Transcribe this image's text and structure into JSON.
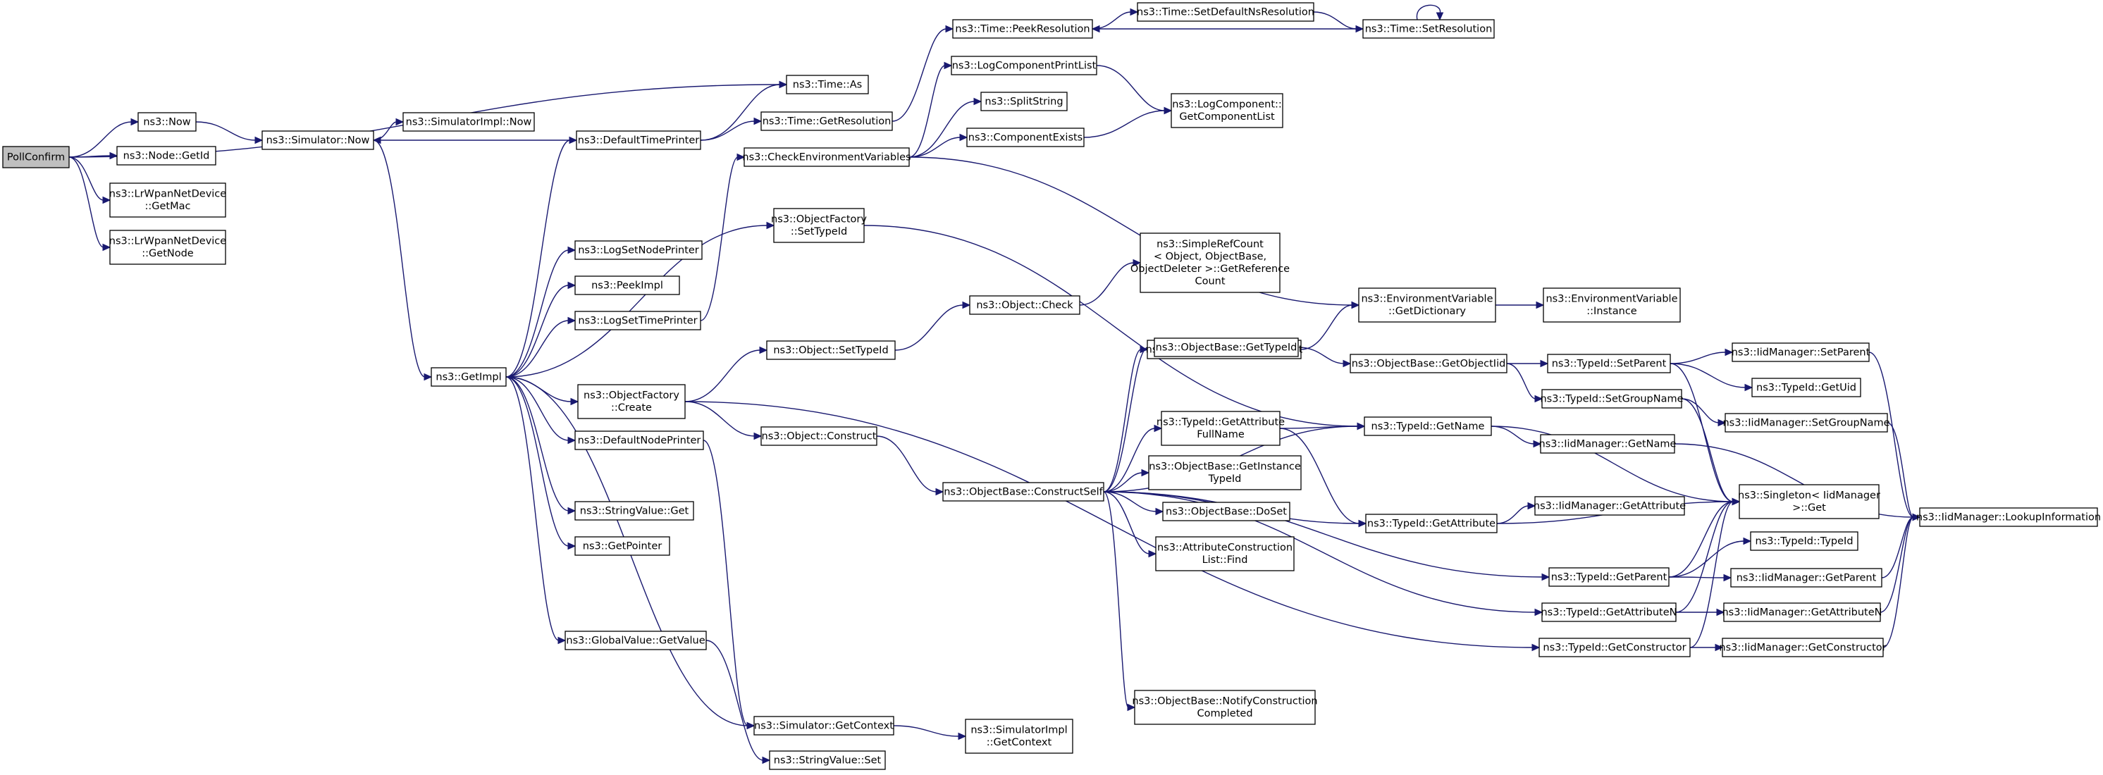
{
  "graph": {
    "nodes": [
      {
        "id": "n0",
        "label": [
          "PollConfirm"
        ],
        "root": true
      },
      {
        "id": "n1",
        "label": [
          "ns3::Time::As"
        ]
      },
      {
        "id": "n2",
        "label": [
          "ns3::Now"
        ]
      },
      {
        "id": "n3",
        "label": [
          "ns3::Simulator::Now"
        ]
      },
      {
        "id": "n4",
        "label": [
          "ns3::SimulatorImpl::Now"
        ]
      },
      {
        "id": "n5",
        "label": [
          "ns3::GetImpl"
        ]
      },
      {
        "id": "n6",
        "label": [
          "ns3::DefaultTimePrinter"
        ]
      },
      {
        "id": "n7",
        "label": [
          "ns3::Time::GetResolution"
        ]
      },
      {
        "id": "n8",
        "label": [
          "ns3::Time::PeekResolution"
        ]
      },
      {
        "id": "n9",
        "label": [
          "ns3::Time::SetDefaultNsResolution"
        ]
      },
      {
        "id": "n10",
        "label": [
          "ns3::Time::SetResolution"
        ]
      },
      {
        "id": "n11",
        "label": [
          "ns3::LogComponentPrintList"
        ]
      },
      {
        "id": "n12",
        "label": [
          "ns3::SplitString"
        ]
      },
      {
        "id": "n13",
        "label": [
          "ns3::LogComponent::",
          "GetComponentList"
        ]
      },
      {
        "id": "n14",
        "label": [
          "ns3::ComponentExists"
        ]
      },
      {
        "id": "n15",
        "label": [
          "ns3::CheckEnvironmentVariables"
        ]
      },
      {
        "id": "n16",
        "label": [
          "ns3::ObjectFactory",
          "::SetTypeId"
        ]
      },
      {
        "id": "n17",
        "label": [
          "ns3::SimpleRefCount",
          "< Object, ObjectBase,",
          "ObjectDeleter >::GetReference",
          "Count"
        ]
      },
      {
        "id": "n18",
        "label": [
          "ns3::EnvironmentVariable",
          "::GetDictionary"
        ]
      },
      {
        "id": "n19",
        "label": [
          "ns3::EnvironmentVariable",
          "::Instance"
        ]
      },
      {
        "id": "n20",
        "label": [
          "ns3::LogSetNodePrinter"
        ]
      },
      {
        "id": "n21",
        "label": [
          "ns3::PeekImpl"
        ]
      },
      {
        "id": "n22",
        "label": [
          "ns3::LogSetTimePrinter"
        ]
      },
      {
        "id": "n23",
        "label": [
          "ns3::Object::Check"
        ]
      },
      {
        "id": "n24",
        "label": [
          "ns3::EnvironmentVariable::Get"
        ]
      },
      {
        "id": "n25",
        "label": [
          "ns3::Object::SetTypeId"
        ]
      },
      {
        "id": "n26",
        "label": [
          "ns3::ObjectBase::GetTypeId"
        ]
      },
      {
        "id": "n27",
        "label": [
          "ns3::ObjectBase::GetObjectIid"
        ]
      },
      {
        "id": "n28",
        "label": [
          "ns3::TypeId::SetParent"
        ]
      },
      {
        "id": "n29",
        "label": [
          "ns3::IidManager::SetParent"
        ]
      },
      {
        "id": "n30",
        "label": [
          "ns3::ObjectFactory",
          "::Create"
        ]
      },
      {
        "id": "n31",
        "label": [
          "ns3::TypeId::GetUid"
        ]
      },
      {
        "id": "n32",
        "label": [
          "ns3::TypeId::SetGroupName"
        ]
      },
      {
        "id": "n33",
        "label": [
          "ns3::TypeId::GetAttribute",
          "FullName"
        ]
      },
      {
        "id": "n34",
        "label": [
          "ns3::TypeId::GetName"
        ]
      },
      {
        "id": "n35",
        "label": [
          "ns3::IidManager::SetGroupName"
        ]
      },
      {
        "id": "n36",
        "label": [
          "ns3::Object::Construct"
        ]
      },
      {
        "id": "n37",
        "label": [
          "ns3::DefaultNodePrinter"
        ]
      },
      {
        "id": "n38",
        "label": [
          "ns3::IidManager::GetName"
        ]
      },
      {
        "id": "n39",
        "label": [
          "ns3::ObjectBase::GetInstance",
          "TypeId"
        ]
      },
      {
        "id": "n40",
        "label": [
          "ns3::ObjectBase::ConstructSelf"
        ]
      },
      {
        "id": "n41",
        "label": [
          "ns3::Singleton< IidManager",
          " >::Get"
        ]
      },
      {
        "id": "n42",
        "label": [
          "ns3::StringValue::Get"
        ]
      },
      {
        "id": "n43",
        "label": [
          "ns3::ObjectBase::DoSet"
        ]
      },
      {
        "id": "n44",
        "label": [
          "ns3::IidManager::GetAttribute"
        ]
      },
      {
        "id": "n45",
        "label": [
          "ns3::TypeId::GetAttribute"
        ]
      },
      {
        "id": "n46",
        "label": [
          "ns3::IidManager::LookupInformation"
        ]
      },
      {
        "id": "n47",
        "label": [
          "ns3::GetPointer"
        ]
      },
      {
        "id": "n48",
        "label": [
          "ns3::AttributeConstruction",
          "List::Find"
        ]
      },
      {
        "id": "n49",
        "label": [
          "ns3::TypeId::TypeId"
        ]
      },
      {
        "id": "n50",
        "label": [
          "ns3::TypeId::GetParent"
        ]
      },
      {
        "id": "n51",
        "label": [
          "ns3::IidManager::GetParent"
        ]
      },
      {
        "id": "n52",
        "label": [
          "ns3::TypeId::GetAttributeN"
        ]
      },
      {
        "id": "n53",
        "label": [
          "ns3::IidManager::GetAttributeN"
        ]
      },
      {
        "id": "n54",
        "label": [
          "ns3::GlobalValue::GetValue"
        ]
      },
      {
        "id": "n55",
        "label": [
          "ns3::TypeId::GetConstructor"
        ]
      },
      {
        "id": "n56",
        "label": [
          "ns3::IidManager::GetConstructor"
        ]
      },
      {
        "id": "n57",
        "label": [
          "ns3::ObjectBase::NotifyConstruction",
          "Completed"
        ]
      },
      {
        "id": "n58",
        "label": [
          "ns3::Simulator::GetContext"
        ]
      },
      {
        "id": "n59",
        "label": [
          "ns3::SimulatorImpl",
          "::GetContext"
        ]
      },
      {
        "id": "n60",
        "label": [
          "ns3::StringValue::Set"
        ]
      },
      {
        "id": "n61",
        "label": [
          "ns3::Node::GetId"
        ]
      },
      {
        "id": "n62",
        "label": [
          "ns3::LrWpanNetDevice",
          "::GetMac"
        ]
      },
      {
        "id": "n63",
        "label": [
          "ns3::LrWpanNetDevice",
          "::GetNode"
        ]
      }
    ],
    "edges": [
      [
        "n0",
        "n1"
      ],
      [
        "n0",
        "n2"
      ],
      [
        "n0",
        "n61"
      ],
      [
        "n0",
        "n62"
      ],
      [
        "n0",
        "n63"
      ],
      [
        "n2",
        "n3"
      ],
      [
        "n3",
        "n4"
      ],
      [
        "n3",
        "n5"
      ],
      [
        "n6",
        "n3"
      ],
      [
        "n6",
        "n1"
      ],
      [
        "n6",
        "n7"
      ],
      [
        "n7",
        "n8"
      ],
      [
        "n8",
        "n9"
      ],
      [
        "n9",
        "n10"
      ],
      [
        "n10",
        "n8"
      ],
      [
        "n10",
        "n10"
      ],
      [
        "n5",
        "n6"
      ],
      [
        "n5",
        "n20"
      ],
      [
        "n5",
        "n21"
      ],
      [
        "n5",
        "n22"
      ],
      [
        "n5",
        "n16"
      ],
      [
        "n5",
        "n30"
      ],
      [
        "n5",
        "n37"
      ],
      [
        "n5",
        "n42"
      ],
      [
        "n5",
        "n47"
      ],
      [
        "n5",
        "n54"
      ],
      [
        "n5",
        "n58"
      ],
      [
        "n22",
        "n15"
      ],
      [
        "n15",
        "n11"
      ],
      [
        "n15",
        "n12"
      ],
      [
        "n15",
        "n14"
      ],
      [
        "n15",
        "n18"
      ],
      [
        "n11",
        "n13"
      ],
      [
        "n14",
        "n13"
      ],
      [
        "n16",
        "n34"
      ],
      [
        "n30",
        "n25"
      ],
      [
        "n30",
        "n36"
      ],
      [
        "n30",
        "n55"
      ],
      [
        "n25",
        "n23"
      ],
      [
        "n23",
        "n17"
      ],
      [
        "n36",
        "n40"
      ],
      [
        "n40",
        "n24"
      ],
      [
        "n40",
        "n26"
      ],
      [
        "n40",
        "n33"
      ],
      [
        "n40",
        "n34"
      ],
      [
        "n40",
        "n39"
      ],
      [
        "n40",
        "n43"
      ],
      [
        "n40",
        "n48"
      ],
      [
        "n40",
        "n45"
      ],
      [
        "n40",
        "n50"
      ],
      [
        "n40",
        "n52"
      ],
      [
        "n40",
        "n57"
      ],
      [
        "n24",
        "n18"
      ],
      [
        "n18",
        "n19"
      ],
      [
        "n26",
        "n27"
      ],
      [
        "n27",
        "n28"
      ],
      [
        "n27",
        "n32"
      ],
      [
        "n28",
        "n29"
      ],
      [
        "n28",
        "n31"
      ],
      [
        "n28",
        "n41"
      ],
      [
        "n29",
        "n46"
      ],
      [
        "n32",
        "n35"
      ],
      [
        "n32",
        "n41"
      ],
      [
        "n35",
        "n46"
      ],
      [
        "n33",
        "n34"
      ],
      [
        "n33",
        "n45"
      ],
      [
        "n34",
        "n38"
      ],
      [
        "n34",
        "n41"
      ],
      [
        "n38",
        "n46"
      ],
      [
        "n45",
        "n44"
      ],
      [
        "n45",
        "n41"
      ],
      [
        "n50",
        "n49"
      ],
      [
        "n50",
        "n51"
      ],
      [
        "n50",
        "n41"
      ],
      [
        "n51",
        "n46"
      ],
      [
        "n52",
        "n53"
      ],
      [
        "n52",
        "n41"
      ],
      [
        "n53",
        "n46"
      ],
      [
        "n55",
        "n56"
      ],
      [
        "n55",
        "n41"
      ],
      [
        "n56",
        "n46"
      ],
      [
        "n37",
        "n58"
      ],
      [
        "n58",
        "n59"
      ],
      [
        "n54",
        "n60"
      ]
    ]
  }
}
